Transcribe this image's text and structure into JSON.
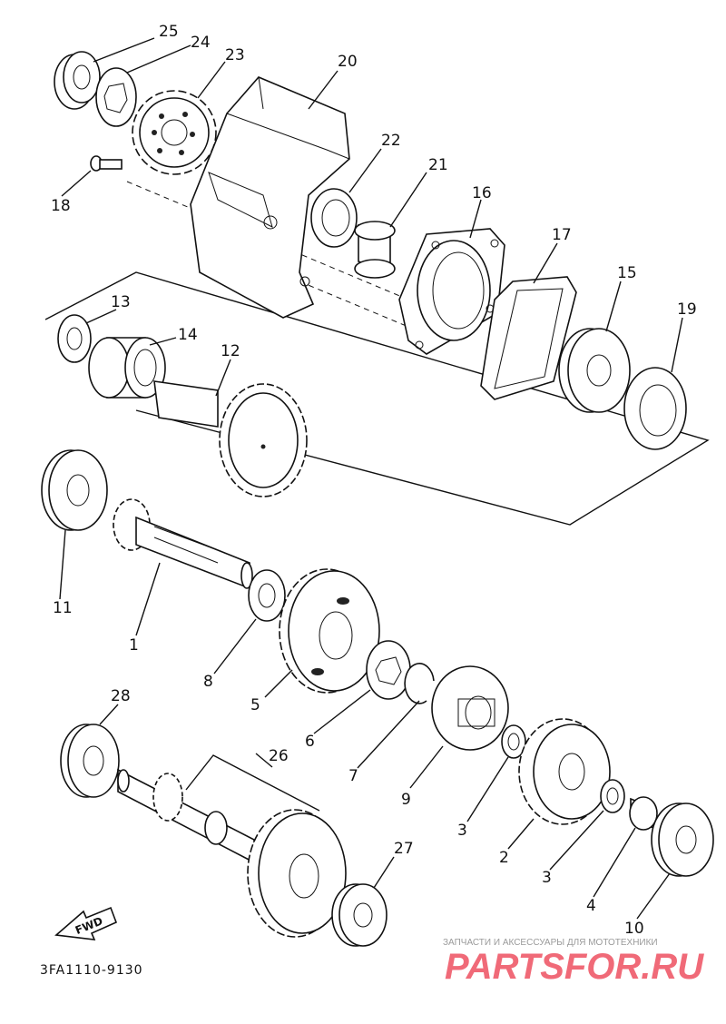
{
  "diagram": {
    "code": "3FA1110-9130",
    "fwd_label": "FWD",
    "parts": [
      {
        "id": "1",
        "label": "1"
      },
      {
        "id": "2",
        "label": "2"
      },
      {
        "id": "3a",
        "label": "3"
      },
      {
        "id": "3b",
        "label": "3"
      },
      {
        "id": "4",
        "label": "4"
      },
      {
        "id": "5",
        "label": "5"
      },
      {
        "id": "6",
        "label": "6"
      },
      {
        "id": "7",
        "label": "7"
      },
      {
        "id": "8",
        "label": "8"
      },
      {
        "id": "9",
        "label": "9"
      },
      {
        "id": "10",
        "label": "10"
      },
      {
        "id": "11",
        "label": "11"
      },
      {
        "id": "12",
        "label": "12"
      },
      {
        "id": "13",
        "label": "13"
      },
      {
        "id": "14",
        "label": "14"
      },
      {
        "id": "15",
        "label": "15"
      },
      {
        "id": "16",
        "label": "16"
      },
      {
        "id": "17",
        "label": "17"
      },
      {
        "id": "18",
        "label": "18"
      },
      {
        "id": "19",
        "label": "19"
      },
      {
        "id": "20",
        "label": "20"
      },
      {
        "id": "21",
        "label": "21"
      },
      {
        "id": "22",
        "label": "22"
      },
      {
        "id": "23",
        "label": "23"
      },
      {
        "id": "24",
        "label": "24"
      },
      {
        "id": "25",
        "label": "25"
      },
      {
        "id": "26",
        "label": "26"
      },
      {
        "id": "27",
        "label": "27"
      },
      {
        "id": "28",
        "label": "28"
      }
    ]
  },
  "watermark": {
    "tagline": "ЗАПЧАСТИ И АКСЕССУАРЫ ДЛЯ МОТОТЕХНИКИ",
    "brand": "PARTSFOR.RU",
    "brand_color": "#f06a78"
  }
}
